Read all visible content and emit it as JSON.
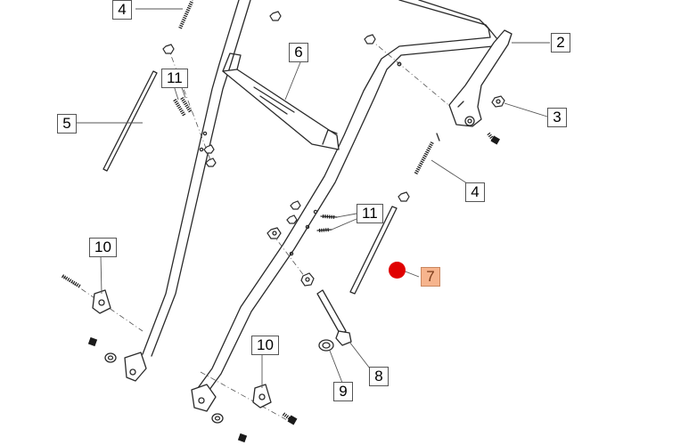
{
  "callouts": [
    {
      "id": "c4a",
      "label": "4"
    },
    {
      "id": "c6",
      "label": "6"
    },
    {
      "id": "c2",
      "label": "2"
    },
    {
      "id": "c11a",
      "label": "11"
    },
    {
      "id": "c5",
      "label": "5"
    },
    {
      "id": "c3",
      "label": "3"
    },
    {
      "id": "c4b",
      "label": "4"
    },
    {
      "id": "c11b",
      "label": "11"
    },
    {
      "id": "c10a",
      "label": "10"
    },
    {
      "id": "c7",
      "label": "7",
      "highlight": true
    },
    {
      "id": "c10b",
      "label": "10"
    },
    {
      "id": "c8",
      "label": "8"
    },
    {
      "id": "c9",
      "label": "9"
    }
  ],
  "colors": {
    "highlight_fill": "#f6b48d",
    "marker": "#e00000",
    "line": "#2a2a2a"
  }
}
